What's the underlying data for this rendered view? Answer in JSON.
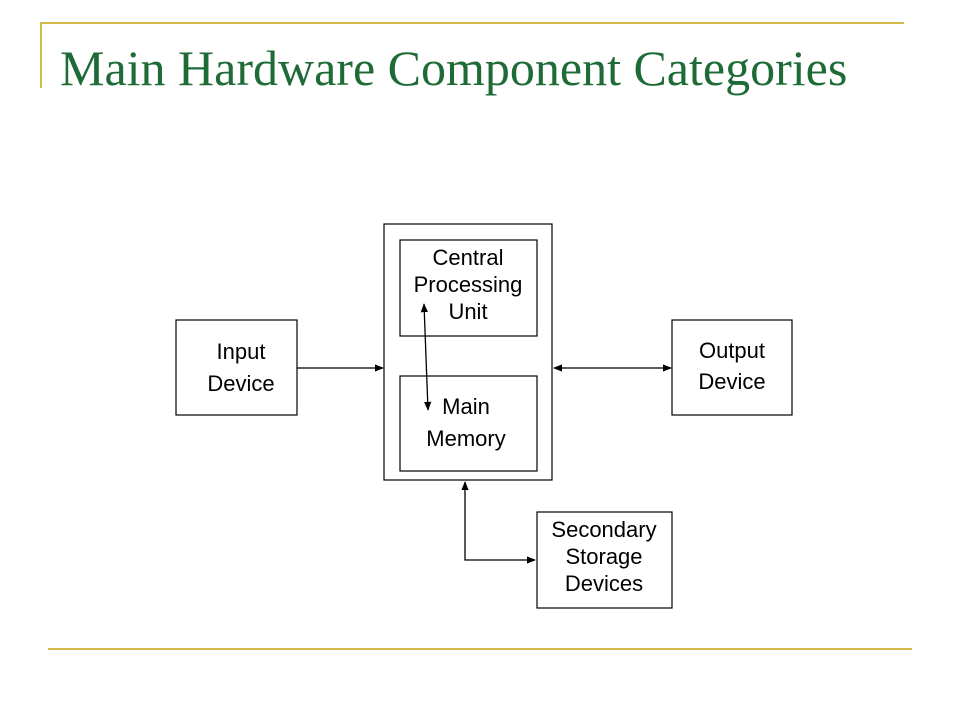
{
  "slide": {
    "title": "Main Hardware Component Categories"
  },
  "diagram": {
    "nodes": {
      "cpu": {
        "lines": [
          "Central",
          "Processing",
          "Unit"
        ]
      },
      "memory": {
        "lines": [
          "Main",
          "Memory"
        ]
      },
      "input": {
        "lines": [
          "Input",
          "Device"
        ]
      },
      "output": {
        "lines": [
          "Output",
          "Device"
        ]
      },
      "storage": {
        "lines": [
          "Secondary",
          "Storage",
          "Devices"
        ]
      }
    },
    "edges": [
      {
        "from": "input",
        "to": "cpu-memory-unit",
        "direction": "one-way"
      },
      {
        "from": "cpu-memory-unit",
        "to": "output",
        "direction": "two-way"
      },
      {
        "from": "cpu",
        "to": "memory",
        "direction": "two-way"
      },
      {
        "from": "cpu-memory-unit",
        "to": "storage",
        "direction": "two-way"
      }
    ]
  }
}
